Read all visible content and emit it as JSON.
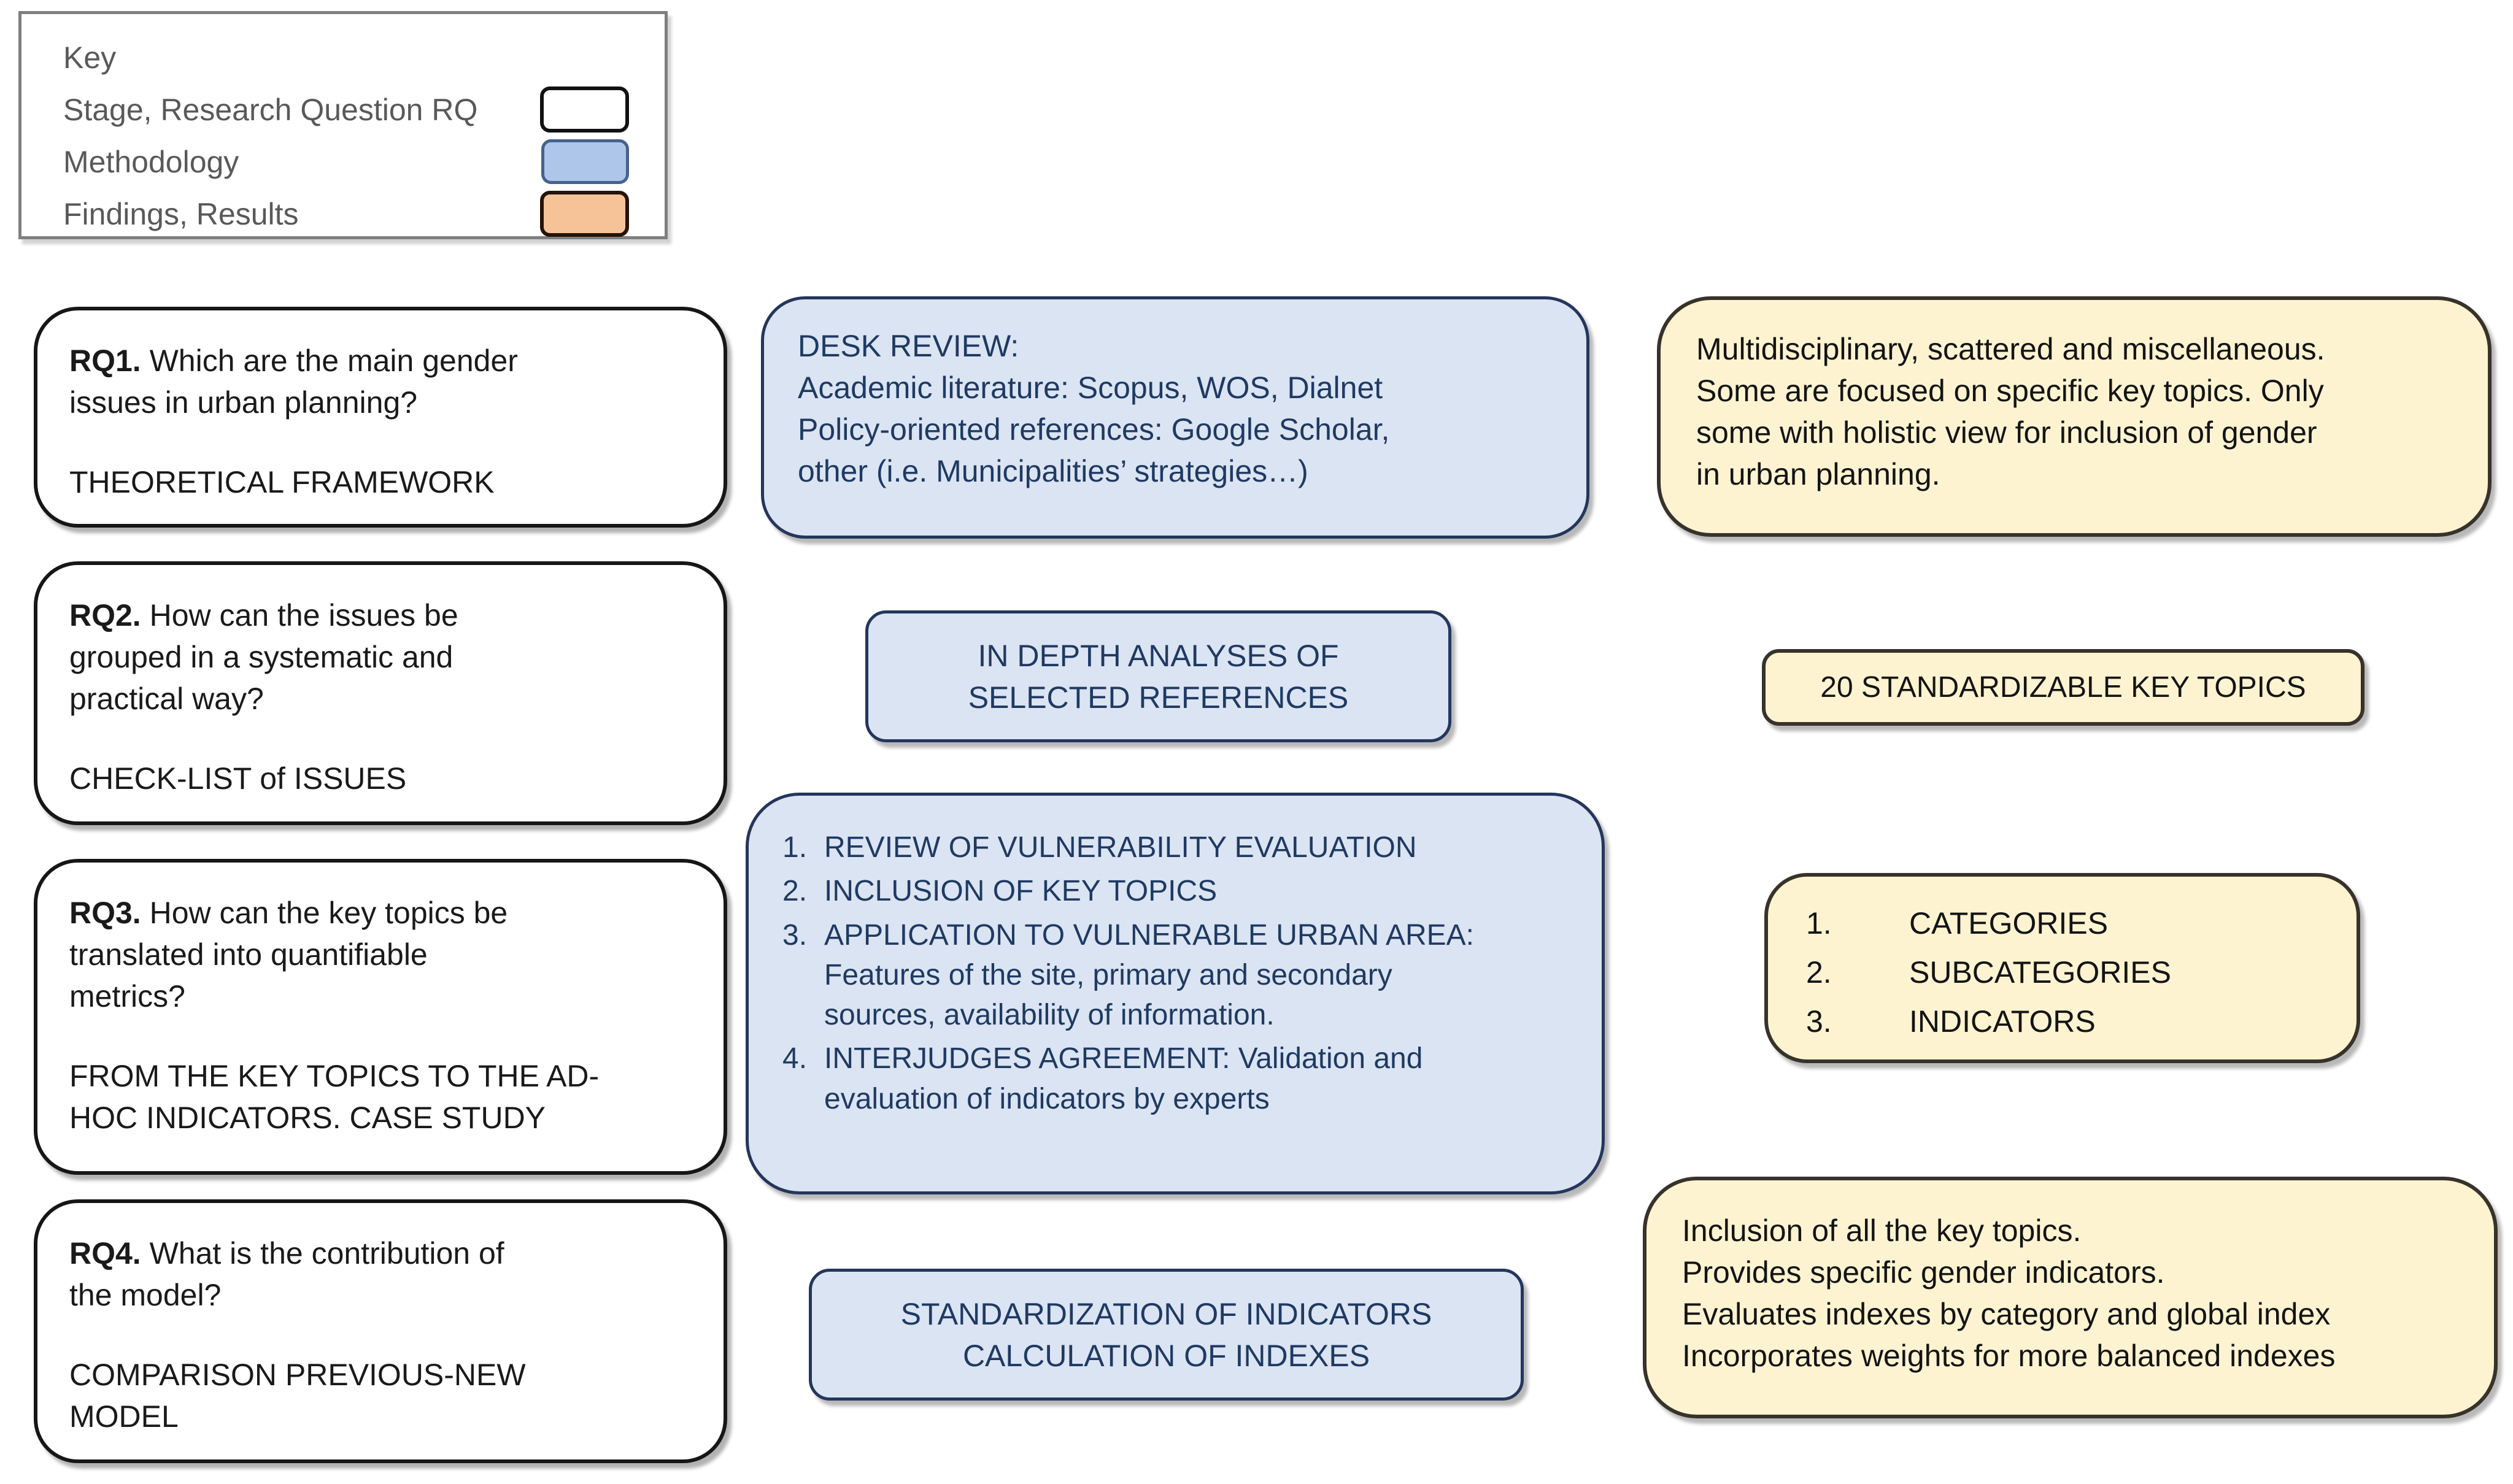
{
  "colors": {
    "methodology_fill": "#dbe4f2",
    "methodology_border": "#24365c",
    "methodology_text": "#1f3a63",
    "findings_fill": "#fdf3d1",
    "findings_border": "#37322a",
    "stage_fill": "#ffffff",
    "stage_border": "#161616",
    "key_text": "#595959"
  },
  "key": {
    "title": "Key",
    "items": [
      {
        "label": "Stage, Research Question RQ",
        "swatch": "#ffffff"
      },
      {
        "label": "Methodology",
        "swatch": "#aec6e9"
      },
      {
        "label": "Findings, Results",
        "swatch": "#f5c397"
      }
    ]
  },
  "rq": {
    "rq1": {
      "label": "RQ1. ",
      "question": "Which are the main gender\nissues in urban planning?",
      "stage": "THEORETICAL FRAMEWORK"
    },
    "rq2": {
      "label": "RQ2. ",
      "question": "How can the issues be\ngrouped in a systematic and\npractical way?",
      "stage": "CHECK-LIST of ISSUES"
    },
    "rq3": {
      "label": "RQ3. ",
      "question": "How can the key topics be\ntranslated into quantifiable\nmetrics?",
      "stage": "FROM THE KEY TOPICS TO THE AD-\nHOC INDICATORS. CASE STUDY"
    },
    "rq4": {
      "label": "RQ4. ",
      "question": "What is the contribution of\nthe model?",
      "stage": "COMPARISON PREVIOUS-NEW\nMODEL"
    }
  },
  "methodology": {
    "desk_review": "DESK REVIEW:\nAcademic literature: Scopus, WOS, Dialnet\nPolicy-oriented references:  Google Scholar,\nother (i.e. Municipalities’ strategies…)",
    "in_depth": "IN DEPTH ANALYSES OF\nSELECTED REFERENCES",
    "steps": [
      {
        "num": "1.",
        "text": "REVIEW OF VULNERABILITY EVALUATION"
      },
      {
        "num": "2.",
        "text": "INCLUSION OF KEY TOPICS"
      },
      {
        "num": "3.",
        "text": "APPLICATION TO VULNERABLE URBAN AREA:\nFeatures of the site, primary and secondary\nsources, availability of information."
      },
      {
        "num": "4.",
        "text": "INTERJUDGES AGREEMENT: Validation and\nevaluation of indicators by experts"
      }
    ],
    "standardization": "STANDARDIZATION OF INDICATORS\nCALCULATION OF INDEXES"
  },
  "findings": {
    "literature": "Multidisciplinary, scattered and miscellaneous.\nSome are focused on specific key topics. Only\nsome with holistic view for inclusion of gender\nin urban planning.",
    "key_topics": "20 STANDARDIZABLE KEY TOPICS",
    "structure": [
      {
        "num": "1.",
        "text": "CATEGORIES"
      },
      {
        "num": "2.",
        "text": "SUBCATEGORIES"
      },
      {
        "num": "3.",
        "text": "INDICATORS"
      }
    ],
    "model": "Inclusion of all the key topics.\nProvides specific gender indicators.\nEvaluates indexes by category and global index\nIncorporates weights for more balanced indexes"
  }
}
